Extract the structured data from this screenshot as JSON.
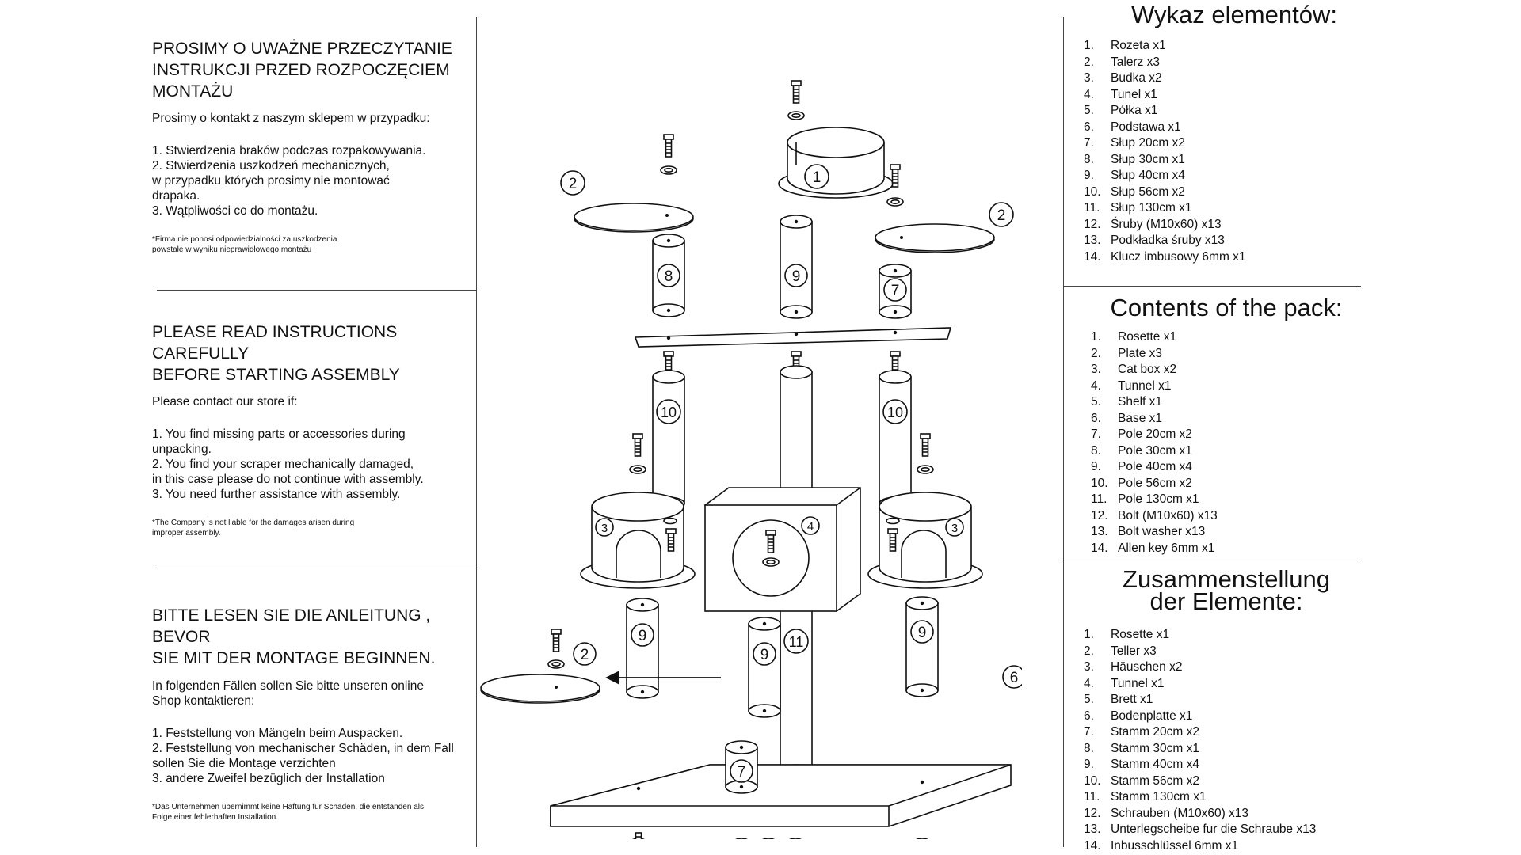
{
  "instructions": {
    "polish": {
      "title": "PROSIMY O UWAŻNE PRZECZYTANIE\nINSTRUKCJI PRZED ROZPOCZĘCIEM\nMONTAŻU",
      "contact": "Prosimy o kontakt z naszym sklepem w przypadku:",
      "items": [
        "1. Stwierdzenia braków podczas rozpakowywania.",
        "2. Stwierdzenia uszkodzeń mechanicznych,\n    w przypadku których prosimy nie montować\n    drapaka.",
        "3. Wątpliwości co do montażu."
      ],
      "note": "*Firma nie ponosi odpowiedzialności za uszkodzenia\npowstałe w wyniku nieprawidłowego montażu"
    },
    "english": {
      "title": "PLEASE READ INSTRUCTIONS CAREFULLY\nBEFORE STARTING ASSEMBLY",
      "contact": "Please contact our store if:",
      "items": [
        "1. You find missing parts or accessories during\n    unpacking.",
        "2. You find your scraper mechanically damaged,\n    in this case please do not continue with assembly.",
        "3. You need further assistance with assembly."
      ],
      "note": "*The Company is not liable for the damages arisen during\nimproper assembly."
    },
    "german": {
      "title": "BITTE LESEN SIE DIE ANLEITUNG , BEVOR\nSIE MIT DER MONTAGE BEGINNEN.",
      "contact": "In folgenden Fällen sollen Sie bitte unseren online\nShop kontaktieren:",
      "items": [
        "1. Feststellung von Mängeln beim Auspacken.",
        "2. Feststellung von mechanischer Schäden, in dem Fall\n    sollen Sie die Montage verzichten",
        "3. andere Zweifel bezüglich der Installation"
      ],
      "note": "*Das Unternehmen übernimmt keine Haftung für Schäden, die entstanden als\nFolge einer  fehlerhaften Installation."
    }
  },
  "parts_lists": {
    "polish": {
      "title": "Wykaz elementów:",
      "items": [
        "Rozeta x1",
        "Talerz x3",
        "Budka x2",
        "Tunel x1",
        "Półka x1",
        "Podstawa x1",
        "Słup 20cm x2",
        "Słup 30cm x1",
        "Słup 40cm x4",
        "Słup 56cm x2",
        "Słup 130cm x1",
        "Śruby (M10x60) x13",
        "Podkładka śruby x13",
        "Klucz imbusowy 6mm x1"
      ]
    },
    "english": {
      "title": "Contents of the pack:",
      "items": [
        "Rosette x1",
        "Plate x3",
        "Cat box x2",
        "Tunnel x1",
        "Shelf x1",
        "Base x1",
        "Pole 20cm x2",
        "Pole 30cm x1",
        "Pole 40cm x4",
        "Pole 56cm x2",
        "Pole 130cm x1",
        "Bolt (M10x60) x13",
        "Bolt washer x13",
        "Allen key 6mm x1"
      ]
    },
    "german": {
      "title": "Zusammenstellung\nder Elemente:",
      "items": [
        "Rosette x1",
        "Teller x3",
        "Häuschen x2",
        "Tunnel x1",
        "Brett x1",
        "Bodenplatte x1",
        "Stamm 20cm x2",
        "Stamm 30cm x1",
        "Stamm 40cm x4",
        "Stamm 56cm x2",
        "Stamm 130cm x1",
        "Schrauben (M10x60) x13",
        "Unterlegscheibe fur die Schraube x13",
        "Inbusschlüssel 6mm x1"
      ]
    }
  },
  "diagram": {
    "labels": {
      "rosette": "1",
      "plate": "2",
      "cat_box": "3",
      "tunnel": "4",
      "base": "6",
      "pole_20": "7",
      "pole_30": "8",
      "pole_40": "9",
      "pole_56": "10",
      "pole_130": "11"
    }
  }
}
